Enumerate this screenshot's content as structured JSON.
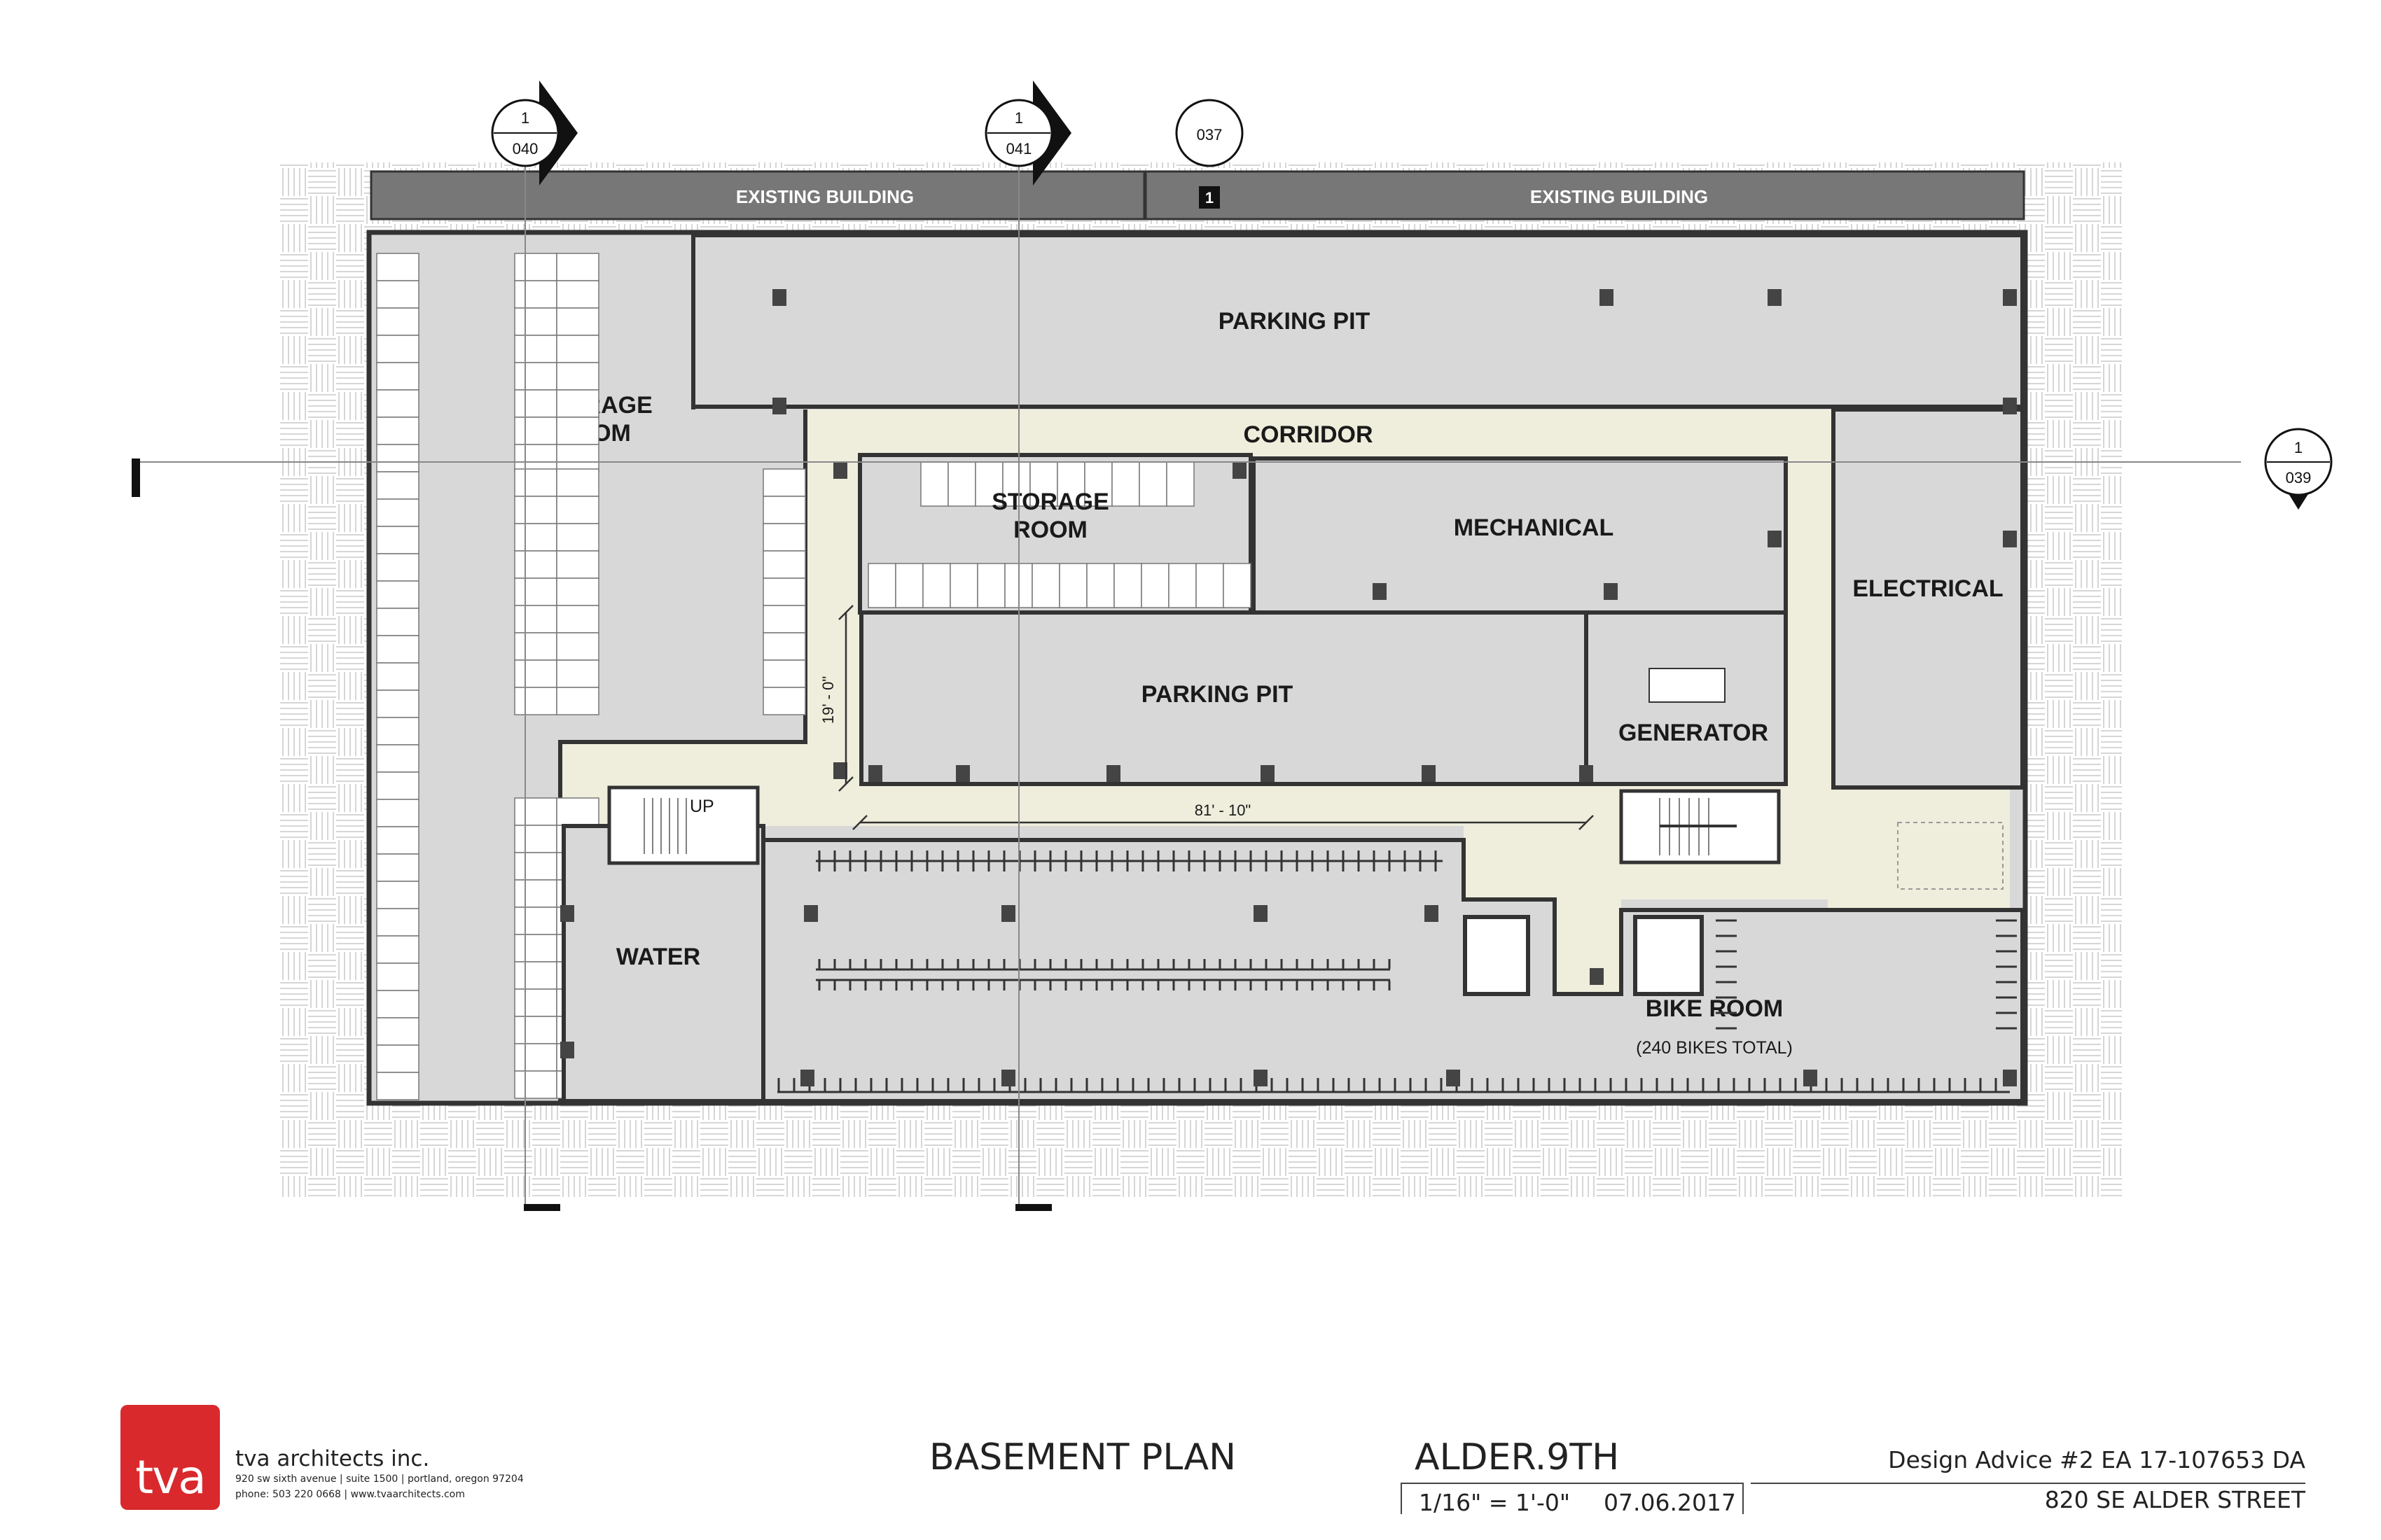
{
  "plan": {
    "existing_building_left": "EXISTING BUILDING",
    "existing_building_right": "EXISTING BUILDING",
    "rooms": {
      "parking_pit_north": "PARKING PIT",
      "storage_room_west_line1": "STORAGE",
      "storage_room_west_line2": "ROOM",
      "corridor": "CORRIDOR",
      "storage_room_center_line1": "STORAGE",
      "storage_room_center_line2": "ROOM",
      "mechanical": "MECHANICAL",
      "electrical": "ELECTRICAL",
      "parking_pit_center": "PARKING PIT",
      "generator": "GENERATOR",
      "water": "WATER",
      "bike_room": "BIKE ROOM",
      "bike_room_note": "(240 BIKES TOTAL)",
      "stair_up": "UP"
    },
    "dimensions": {
      "vertical": "19' - 0\"",
      "horizontal": "81' - 10\""
    },
    "section_tags": [
      {
        "number": "1",
        "sheet": "040"
      },
      {
        "number": "1",
        "sheet": "041"
      },
      {
        "number": "1",
        "sheet": "039"
      }
    ],
    "elevation_tag": {
      "sheet": "037",
      "number": "1"
    }
  },
  "title_block": {
    "logo_text": "tva",
    "firm_name": "tva architects inc.",
    "firm_address": "920 sw sixth avenue  |  suite 1500  |  portland, oregon 97204",
    "firm_contact": "phone: 503 220 0668  |  www.tvaarchitects.com",
    "sheet_title": "BASEMENT PLAN",
    "project_name": "ALDER.9TH",
    "scale": "1/16\" = 1'-0\"",
    "date": "07.06.2017",
    "design_advice": "Design Advice #2 EA 17-107653 DA",
    "street_address": "820 SE ALDER STREET"
  },
  "colors": {
    "room_fill": "#d8d8d8",
    "corridor_fill": "#efeedd",
    "wall": "#333333",
    "band_fill": "#777777"
  }
}
